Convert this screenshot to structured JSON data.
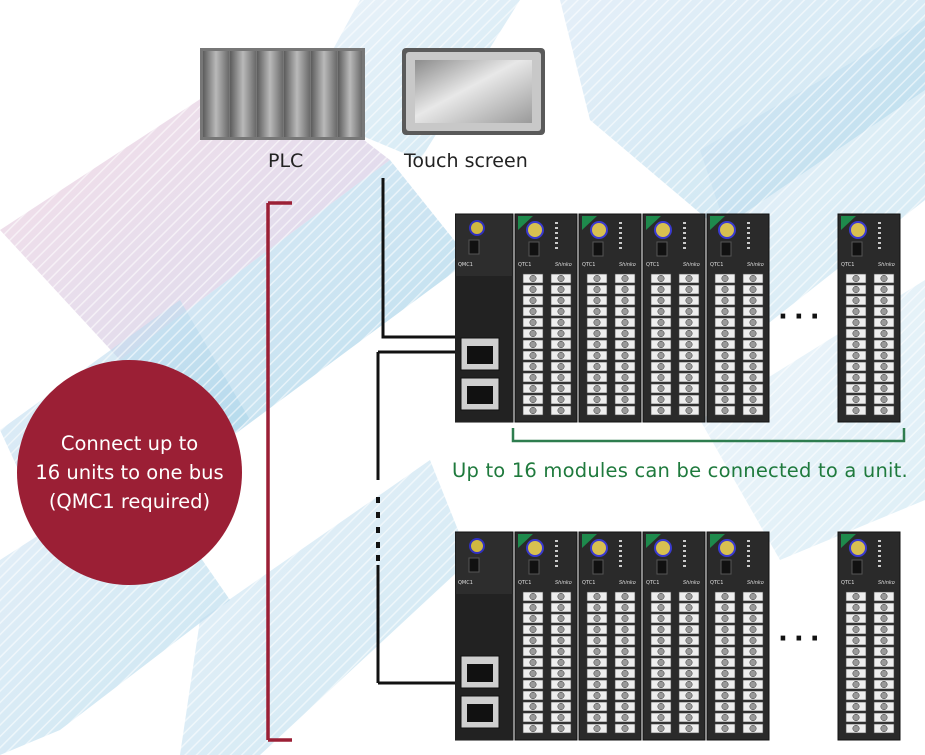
{
  "labels": {
    "plc": "PLC",
    "touch_screen": "Touch screen"
  },
  "callout": {
    "line1": "Connect up to",
    "line2": "16 units to one bus",
    "line3": "(QMC1 required)"
  },
  "module_caption": "Up to 16 modules can be connected to a unit.",
  "units": [
    {
      "head": "QMC1",
      "modules": [
        "QTC1",
        "QTC1",
        "QTC1",
        "QTC1"
      ],
      "last": "QTC1",
      "brand": "Shinko"
    },
    {
      "head": "QMC1",
      "modules": [
        "QTC1",
        "QTC1",
        "QTC1",
        "QTC1"
      ],
      "last": "QTC1",
      "brand": "Shinko"
    }
  ],
  "colors": {
    "accent_red": "#9b1f35",
    "caption_green": "#1f7a3d",
    "bracket_green": "#2e7d4f"
  }
}
